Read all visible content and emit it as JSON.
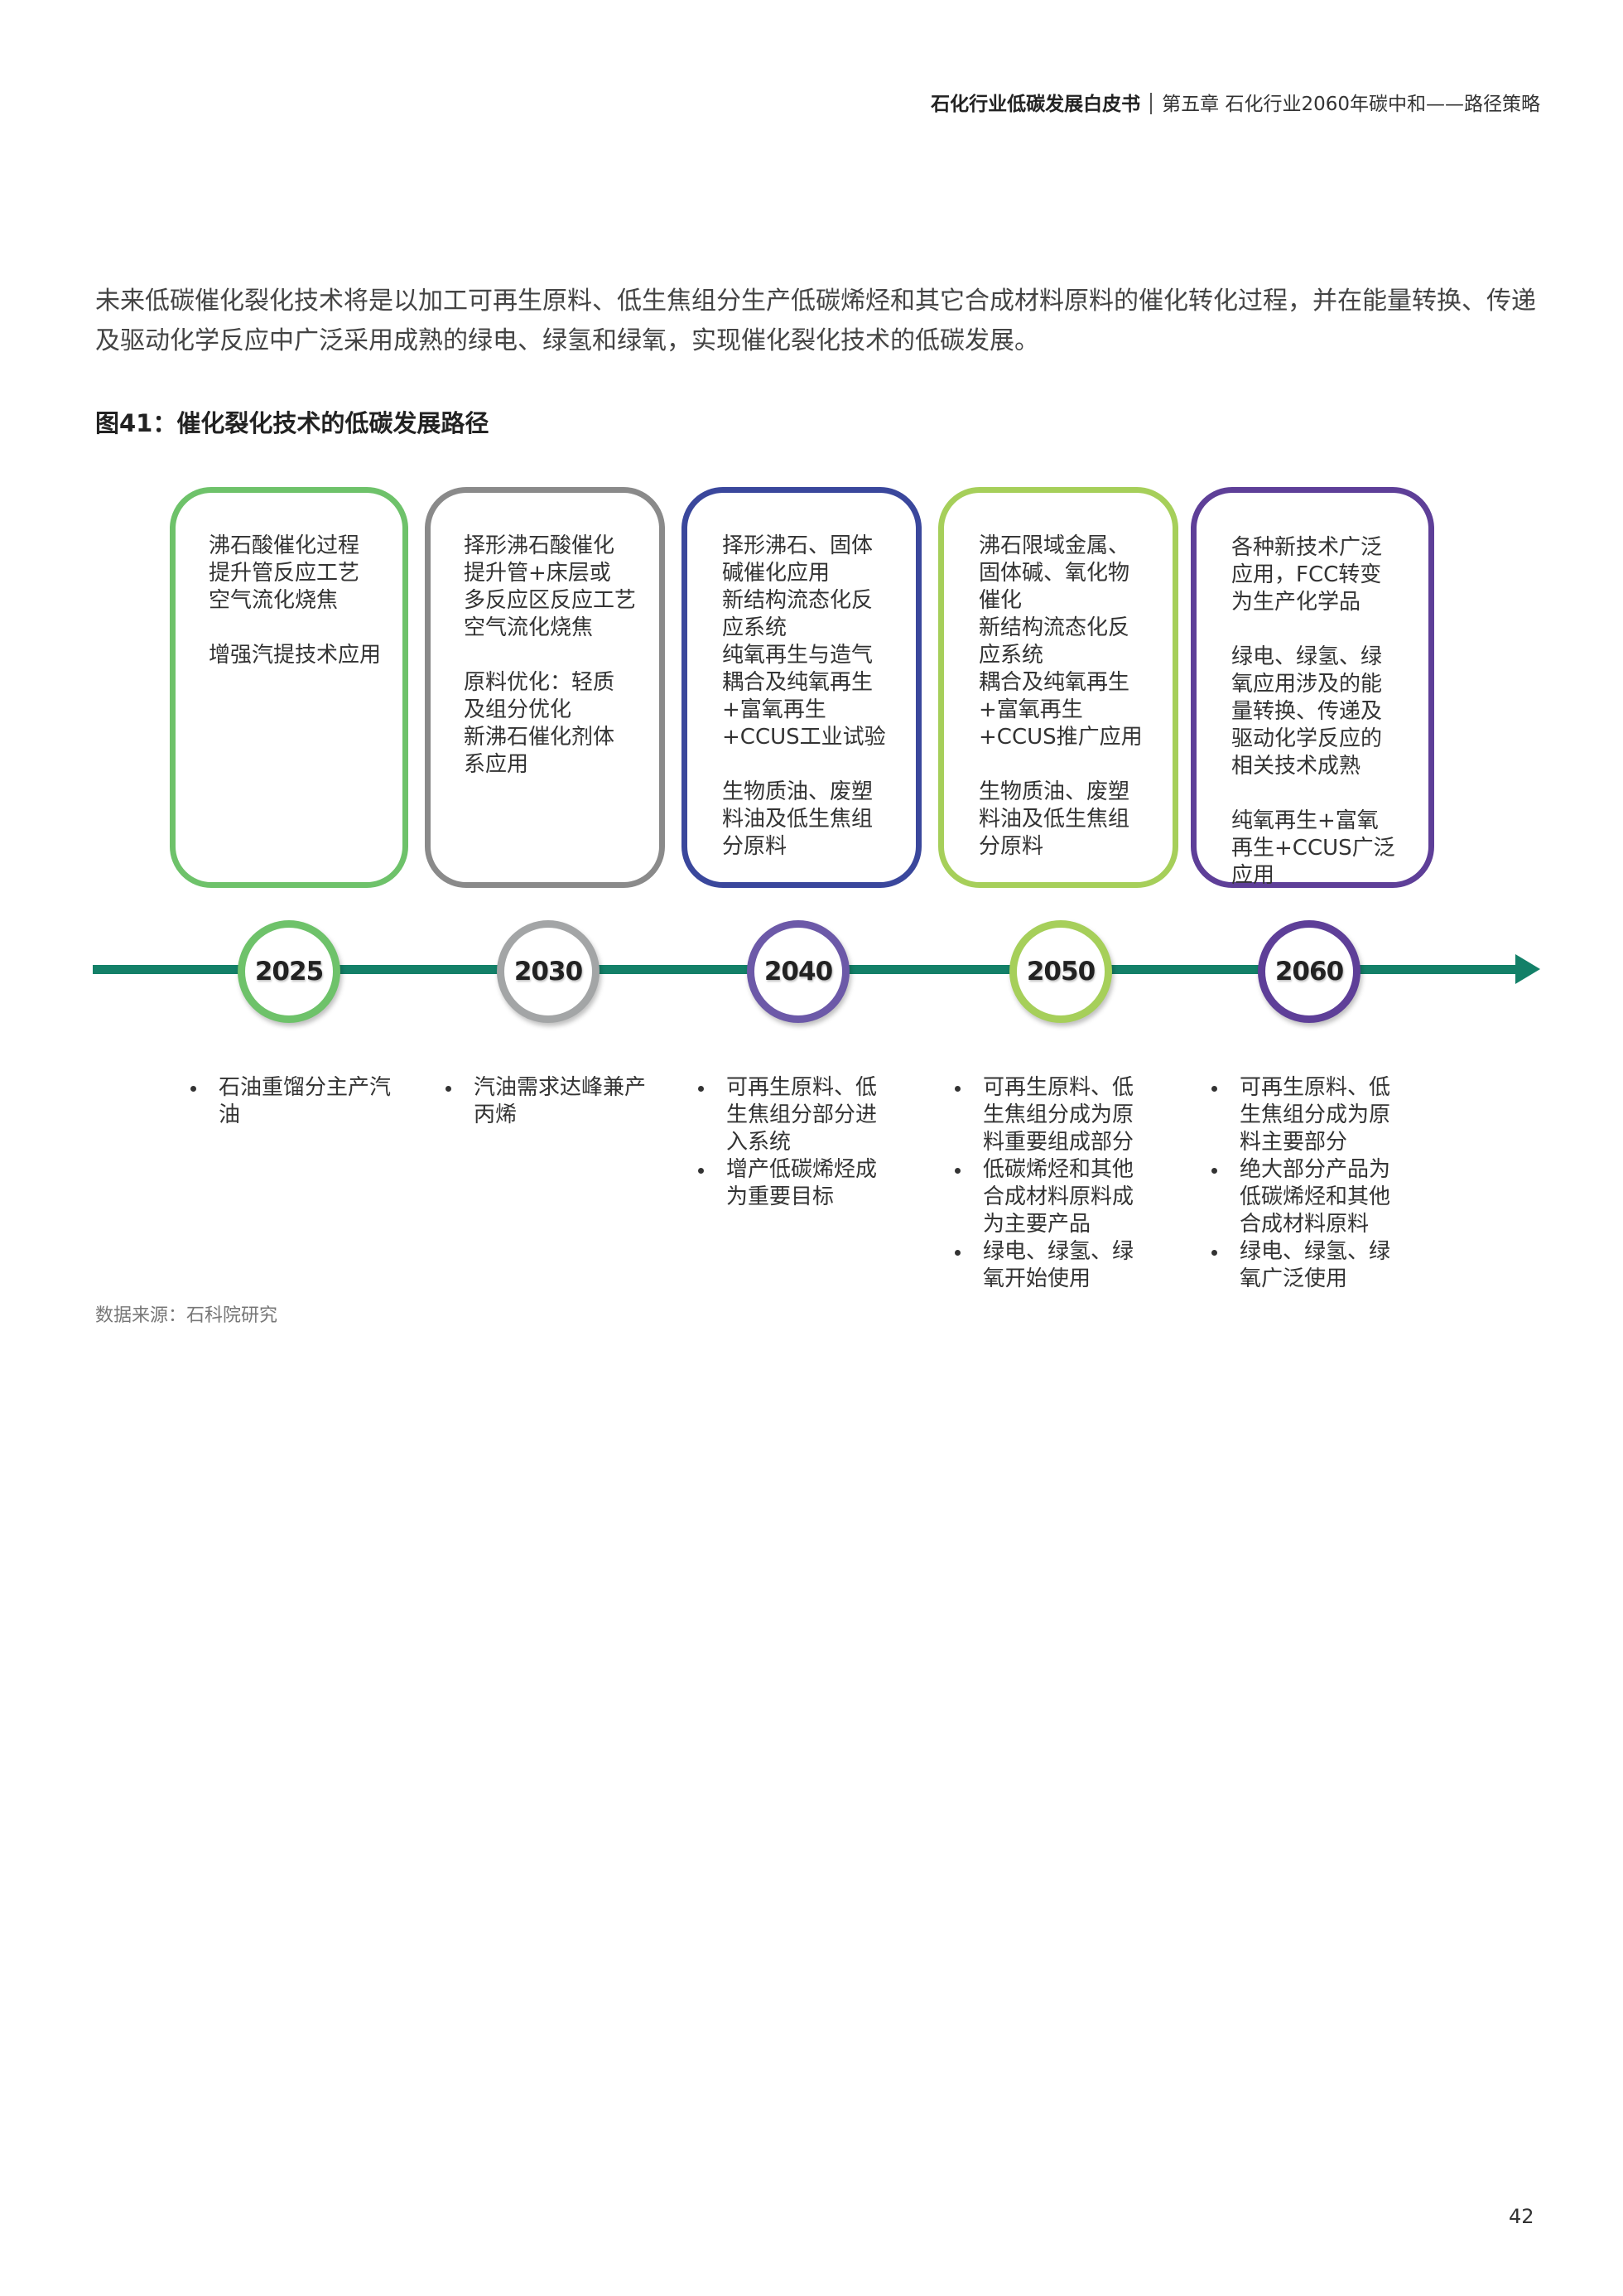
{
  "header": {
    "book_title": "石化行业低碳发展白皮书",
    "chapter": "第五章 石化行业2060年碳中和——路径策略"
  },
  "intro_text": "未来低碳催化裂化技术将是以加工可再生原料、低生焦组分生产低碳烯烃和其它合成材料原料的催化转化过程，并在能量转换、传递及驱动化学反应中广泛采用成熟的绿电、绿氢和绿氧，实现催化裂化技术的低碳发展。",
  "figure": {
    "title": "图41：催化裂化技术的低碳发展路径",
    "colors": {
      "timeline": "#138068",
      "stage_2025": "#6ec26a",
      "stage_2030": "#8a8a8a",
      "stage_2040": "#3a479c",
      "stage_2050": "#a6cf5a",
      "stage_2060": "#5e3f98"
    },
    "stages": [
      {
        "year": "2025",
        "tech": [
          "沸石酸催化过程\n提升管反应工艺\n空气流化烧焦",
          "增强汽提技术应用"
        ],
        "outcomes": [
          "石油重馏分主产汽油"
        ]
      },
      {
        "year": "2030",
        "tech": [
          "择形沸石酸催化\n提升管+床层或\n多反应区反应工艺\n空气流化烧焦",
          "原料优化：轻质\n及组分优化\n新沸石催化剂体\n系应用"
        ],
        "outcomes": [
          "汽油需求达峰兼产丙烯"
        ]
      },
      {
        "year": "2040",
        "tech": [
          "择形沸石、固体\n碱催化应用\n新结构流态化反\n应系统\n纯氧再生与造气\n耦合及纯氧再生\n+富氧再生\n+CCUS工业试验",
          "生物质油、废塑\n料油及低生焦组\n分原料"
        ],
        "outcomes": [
          "可再生原料、低生焦组分部分进入系统",
          "增产低碳烯烃成为重要目标"
        ]
      },
      {
        "year": "2050",
        "tech": [
          "沸石限域金属、\n固体碱、氧化物\n催化\n新结构流态化反\n应系统\n耦合及纯氧再生\n+富氧再生\n+CCUS推广应用",
          "生物质油、废塑\n料油及低生焦组\n分原料"
        ],
        "outcomes": [
          "可再生原料、低生焦组分成为原料重要组成部分",
          "低碳烯烃和其他合成材料原料成为主要产品",
          "绿电、绿氢、绿氧开始使用"
        ]
      },
      {
        "year": "2060",
        "tech": [
          "各种新技术广泛\n应用，FCC转变\n为生产化学品",
          "绿电、绿氢、绿\n氧应用涉及的能\n量转换、传递及\n驱动化学反应的\n相关技术成熟",
          "纯氧再生+富氧\n再生+CCUS广泛\n应用"
        ],
        "outcomes": [
          "可再生原料、低生焦组分成为原料主要部分",
          "绝大部分产品为低碳烯烃和其他合成材料原料",
          "绿电、绿氢、绿氧广泛使用"
        ]
      }
    ],
    "source": "数据来源：石科院研究"
  },
  "page_number": "42"
}
